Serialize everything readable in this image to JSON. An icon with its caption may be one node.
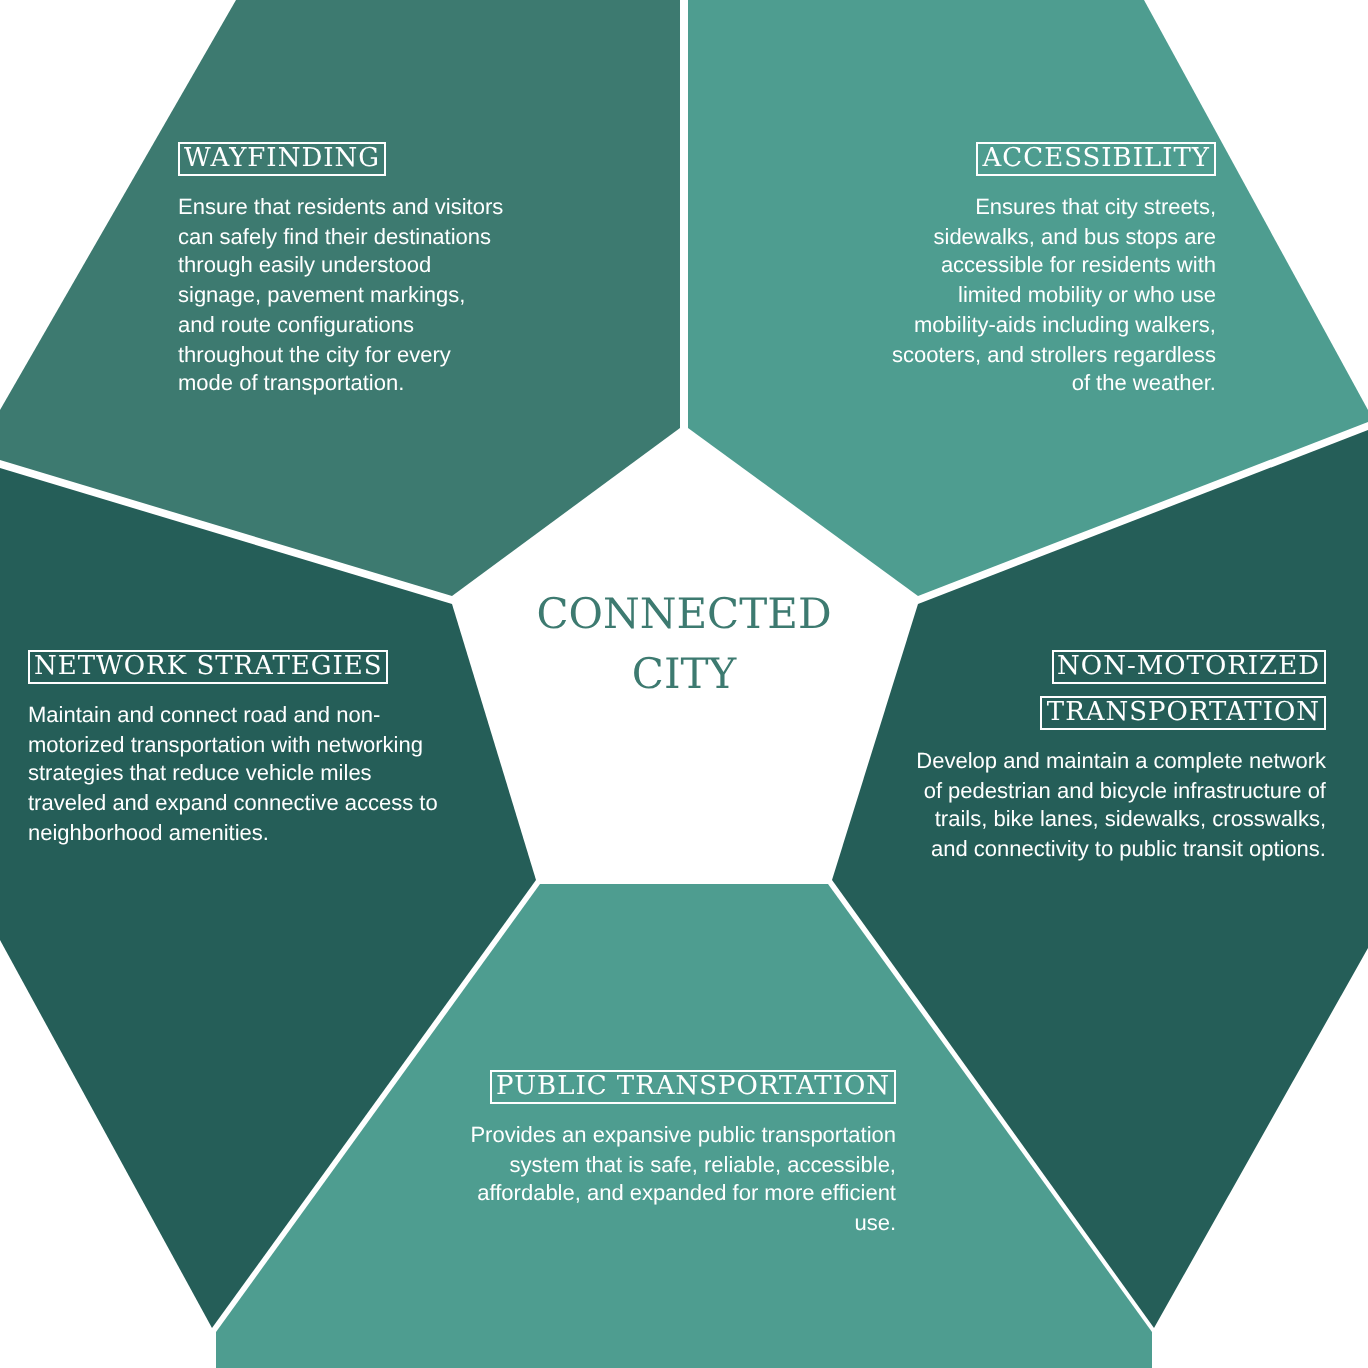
{
  "diagram": {
    "nodes": [
      {
        "text": [
          "WAYFINDING",
          "Ensure that residents and visitors can safely find their destinations through easily understood signage, pavement markings, and route configurations throughout the city for every mode of transportation."
        ]
      },
      {
        "text": [
          "ACCESSIBILITY",
          "Ensures that city streets, sidewalks, and bus stops are accessible for residents with limited mobility or who use mobility-aids including walkers, scooters, and strollers regardless of the weather."
        ]
      },
      {
        "text": [
          "CONNECTED CITY"
        ]
      },
      {
        "text": [
          "NETWORK STRATEGIES",
          "Maintain and connect road and non-motorized transportation with networking strategies that reduce vehicle miles traveled and expand connective access to neighborhood amenities."
        ]
      },
      {
        "text": [
          "NON-MOTORIZED TRANSPORTATION",
          "Develop and maintain a complete network of pedestrian and bicycle infrastructure of trails, bike lanes, sidewalks, crosswalks, and connectivity to public transit options."
        ]
      },
      {
        "text": [
          "PUBLIC  TRANSPORTATION",
          "Provides an expansive public transportation system that is safe, reliable, accessible, affordable, and expanded for more efficient use."
        ]
      }
    ]
  }
}
